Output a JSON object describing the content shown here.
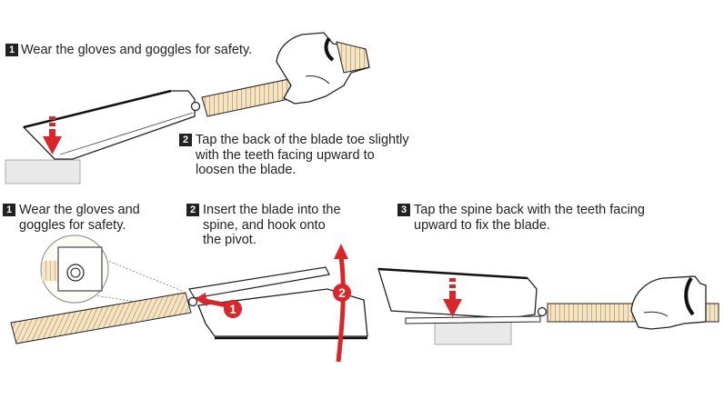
{
  "top": {
    "step1": {
      "num": "1",
      "text": "Wear the gloves and goggles for safety."
    },
    "step2": {
      "num": "2",
      "text": "Tap the back of the blade toe slightly\nwith the teeth facing upward to\nloosen the blade."
    }
  },
  "bottom": {
    "step1": {
      "num": "1",
      "text": "Wear the gloves and\ngoggles for safety."
    },
    "step2": {
      "num": "2",
      "text": "Insert the blade into the\nspine, and hook onto\nthe pivot."
    },
    "step3": {
      "num": "3",
      "text": "Tap the spine back with the teeth facing\nupward to fix the blade."
    }
  },
  "markers": {
    "one": "1",
    "two": "2"
  },
  "colors": {
    "accent": "#d8262a",
    "handle": "#f4e4c6",
    "handle_stripe": "#b88a52",
    "block": "#e9e9e9",
    "ink": "#222222"
  }
}
